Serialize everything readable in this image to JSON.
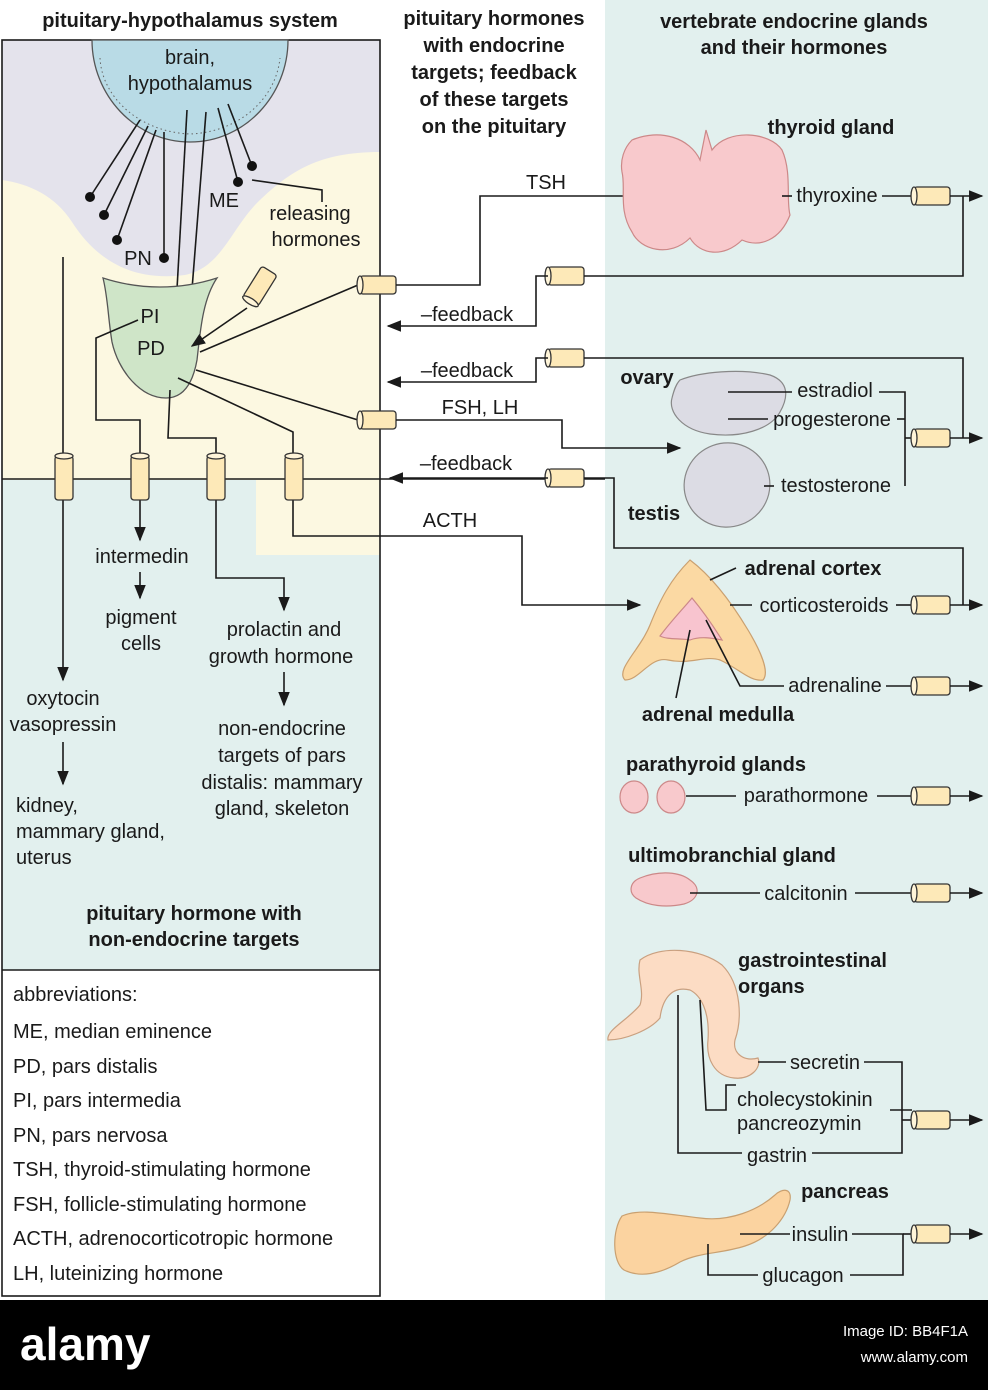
{
  "headers": {
    "left": "pituitary-hypothalamus system",
    "middle": [
      "pituitary hormones",
      "with endocrine",
      "targets; feedback",
      "of these targets",
      "on the pituitary"
    ],
    "right": [
      "vertebrate endocrine glands",
      "and their hormones"
    ]
  },
  "pituitary": {
    "brain": [
      "brain,",
      "hypothalamus"
    ],
    "me": "ME",
    "pn": "PN",
    "pi": "PI",
    "pd": "PD",
    "releasing": [
      "releasing",
      "hormones"
    ]
  },
  "middle_labels": {
    "tsh": "TSH",
    "feedback1": "–feedback",
    "feedback2": "–feedback",
    "fsh_lh": "FSH, LH",
    "feedback3": "–feedback",
    "acth": "ACTH"
  },
  "left_targets": {
    "intermedin": "intermedin",
    "pigment": [
      "pigment",
      "cells"
    ],
    "prolactin": [
      "prolactin and",
      "growth hormone"
    ],
    "nonendo": [
      "non-endocrine",
      "targets of pars",
      "distalis: mammary",
      "gland, skeleton"
    ],
    "oxytocin": [
      "oxytocin",
      "vasopressin"
    ],
    "kidney": [
      "kidney,",
      "mammary gland,",
      "uterus"
    ],
    "nonendo_title": [
      "pituitary hormone with",
      "non-endocrine targets"
    ]
  },
  "abbreviations": {
    "title": "abbreviations:",
    "items": [
      "ME, median eminence",
      "PD, pars distalis",
      "PI, pars intermedia",
      "PN, pars nervosa",
      "TSH, thyroid-stimulating hormone",
      "FSH, follicle-stimulating hormone",
      "ACTH, adrenocorticotropic hormone",
      "LH, luteinizing hormone"
    ]
  },
  "glands": {
    "thyroid": {
      "name": "thyroid gland",
      "hormone": "thyroxine"
    },
    "ovary": {
      "name": "ovary",
      "hormones": [
        "estradiol",
        "progesterone"
      ]
    },
    "testis": {
      "name": "testis",
      "hormone": "testosterone"
    },
    "adrenal_cortex": {
      "name": "adrenal cortex",
      "hormone": "corticosteroids"
    },
    "adrenal_medulla": {
      "name": "adrenal medulla",
      "hormone": "adrenaline"
    },
    "parathyroid": {
      "name": "parathyroid glands",
      "hormone": "parathormone"
    },
    "ultimobranchial": {
      "name": "ultimobranchial gland",
      "hormone": "calcitonin"
    },
    "gastro": {
      "name": [
        "gastrointestinal",
        "organs"
      ],
      "hormones": [
        "secretin",
        "cholecystokinin",
        "pancreozymin",
        "gastrin"
      ]
    },
    "pancreas": {
      "name": "pancreas",
      "hormones": [
        "insulin",
        "glucagon"
      ]
    }
  },
  "footer": {
    "logo": "alamy",
    "image_id": "Image ID: BB4F1A",
    "url": "www.alamy.com"
  },
  "colors": {
    "brain": "#b9dbe6",
    "hypothalamus_bg": "#e4e3ec",
    "pituitary_bg": "#fcf8e1",
    "pd": "#cfe5c8",
    "teal_bg": "#e2f0ee",
    "thyroid": "#f8c9cc",
    "gray_gland": "#dcdce4",
    "adrenal_outer": "#fbd9a3",
    "adrenal_inner": "#f8c4cf",
    "gastro": "#fcdcc4",
    "pancreas": "#fbd3a0",
    "capsule": "#fde9b8"
  }
}
